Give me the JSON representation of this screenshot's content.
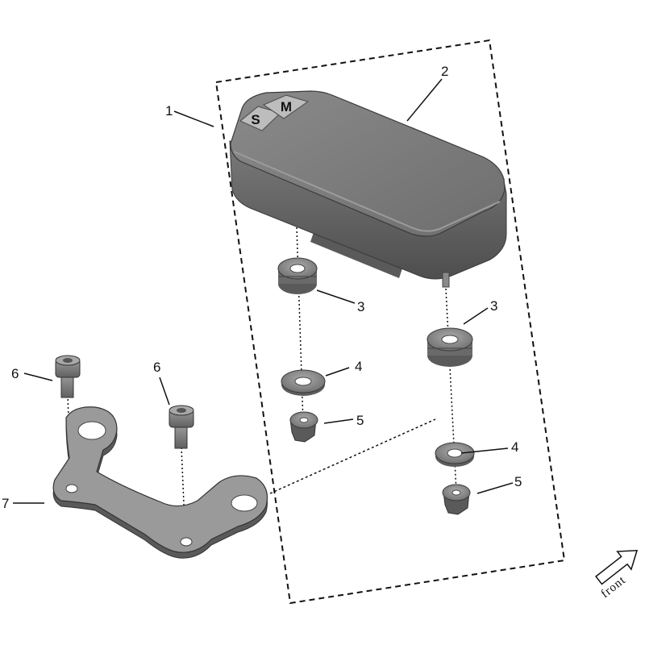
{
  "diagram": {
    "callouts": {
      "display": "1",
      "housing": "2",
      "grommet_left": "3",
      "grommet_right": "3",
      "washer_left": "4",
      "washer_right": "4",
      "nut_left": "5",
      "nut_right": "5",
      "bolt_left": "6",
      "bolt_right": "6",
      "bracket": "7"
    },
    "buttons": {
      "s_label": "S",
      "m_label": "M"
    },
    "direction_label": "front"
  }
}
